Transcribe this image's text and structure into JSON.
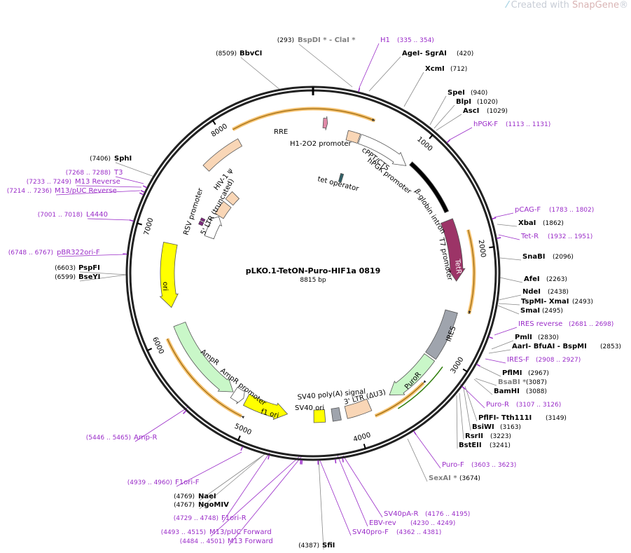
{
  "watermark": {
    "prefix": "Created with ",
    "brand": "SnapGene",
    "suffix": "®"
  },
  "plasmid": {
    "name": "pLKO.1-TetON-Puro-HIF1a 0819",
    "length": "8815 bp"
  },
  "ticks": [
    "1000",
    "2000",
    "3000",
    "4000",
    "5000",
    "6000",
    "7000",
    "8000"
  ],
  "features": {
    "rre": "RRE",
    "h1": "H1-2O2 promoter",
    "tetop": "tet operator",
    "cppt": "cPPT/CTS",
    "hpgk": "hPGK promoter",
    "bglobin": "β-globin intron",
    "t7": "T7 promoter",
    "tetr": "TetR",
    "ires": "IRES",
    "puror": "PuroR",
    "ltr3": "3' LTR (ΔU3)",
    "sv40pa": "SV40 poly(A) signal",
    "sv40ori": "SV40 ori",
    "f1ori": "f1 ori",
    "amprprom": "AmpR promoter",
    "ampr": "AmpR",
    "ori": "ori",
    "rsv": "RSV promoter",
    "ltr5": "5' LTR (truncated)",
    "hivpsi": "HIV-1 ψ"
  },
  "left_labels": [
    {
      "pos": "(293)",
      "name": "BspDI * - ClaI *",
      "kind": "gray"
    },
    {
      "pos": "(8509)",
      "name": "BbvCI",
      "kind": "site"
    },
    {
      "pos": "(7406)",
      "name": "SphI",
      "kind": "site"
    },
    {
      "pos": "(7268 .. 7288)",
      "name": "T3",
      "kind": "primer"
    },
    {
      "pos": "(7233 .. 7249)",
      "name": "M13 Reverse",
      "kind": "primer"
    },
    {
      "pos": "(7214 .. 7236)",
      "name": "M13/pUC Reverse",
      "kind": "primer"
    },
    {
      "pos": "(7001 .. 7018)",
      "name": "L4440",
      "kind": "primer"
    },
    {
      "pos": "(6748 .. 6767)",
      "name": "pBR322ori-F",
      "kind": "primer"
    },
    {
      "pos": "(6603)",
      "name": "PspFI",
      "kind": "site"
    },
    {
      "pos": "(6599)",
      "name": "BseYI",
      "kind": "site"
    },
    {
      "pos": "(5446 .. 5465)",
      "name": "Amp-R",
      "kind": "primer"
    },
    {
      "pos": "(4939 .. 4960)",
      "name": "F1ori-F",
      "kind": "primer"
    },
    {
      "pos": "(4769)",
      "name": "NaeI",
      "kind": "site"
    },
    {
      "pos": "(4767)",
      "name": "NgoMIV",
      "kind": "site"
    },
    {
      "pos": "(4729 .. 4748)",
      "name": "F1ori-R",
      "kind": "primer"
    },
    {
      "pos": "(4493 .. 4515)",
      "name": "M13/pUC Forward",
      "kind": "primer"
    },
    {
      "pos": "(4484 .. 4501)",
      "name": "M13 Forward",
      "kind": "primer"
    },
    {
      "pos": "(4387)",
      "name": "SfiI",
      "kind": "site"
    }
  ],
  "right_labels": [
    {
      "name": "H1",
      "pos": "(335 .. 354)",
      "kind": "primer"
    },
    {
      "name": "AgeI",
      "mid": " - SgrAI",
      "pos": "(420)",
      "kind": "site"
    },
    {
      "name": "XcmI",
      "pos": "(712)",
      "kind": "site"
    },
    {
      "name": "SpeI",
      "pos": "(940)",
      "kind": "site"
    },
    {
      "name": "BlpI",
      "pos": "(1020)",
      "kind": "site"
    },
    {
      "name": "AscI",
      "pos": "(1029)",
      "kind": "site"
    },
    {
      "name": "hPGK-F",
      "pos": "(1113 .. 1131)",
      "kind": "primer"
    },
    {
      "name": "pCAG-F",
      "pos": "(1783 .. 1802)",
      "kind": "primer"
    },
    {
      "name": "XbaI",
      "pos": "(1862)",
      "kind": "site"
    },
    {
      "name": "Tet-R",
      "pos": "(1932 .. 1951)",
      "kind": "primer"
    },
    {
      "name": "SnaBI",
      "pos": "(2096)",
      "kind": "site"
    },
    {
      "name": "AfeI",
      "pos": "(2263)",
      "kind": "site"
    },
    {
      "name": "NdeI",
      "pos": "(2438)",
      "kind": "site"
    },
    {
      "name": "TspMI",
      "mid": " - XmaI",
      "pos": "(2493)",
      "kind": "site"
    },
    {
      "name": "SmaI",
      "pos": "(2495)",
      "kind": "site"
    },
    {
      "name": "IRES reverse",
      "pos": "(2681 .. 2698)",
      "kind": "primer"
    },
    {
      "name": "PmlI",
      "pos": "(2830)",
      "kind": "site"
    },
    {
      "name": "AarI",
      "mid": " - BfuAI - BspMI",
      "pos": "(2853)",
      "kind": "site"
    },
    {
      "name": "IRES-F",
      "pos": "(2908 .. 2927)",
      "kind": "primer"
    },
    {
      "name": "PflMI",
      "pos": "(2967)",
      "kind": "site"
    },
    {
      "name": "BsaBI *",
      "pos": "(3087)",
      "kind": "gray"
    },
    {
      "name": "BamHI",
      "pos": "(3088)",
      "kind": "site"
    },
    {
      "name": "Puro-R",
      "pos": "(3107 .. 3126)",
      "kind": "primer"
    },
    {
      "name": "PflFI",
      "mid": " - Tth111I",
      "pos": "(3149)",
      "kind": "site"
    },
    {
      "name": "BsiWI",
      "pos": "(3163)",
      "kind": "site"
    },
    {
      "name": "RsrII",
      "pos": "(3223)",
      "kind": "site"
    },
    {
      "name": "BstEII",
      "pos": "(3241)",
      "kind": "site"
    },
    {
      "name": "Puro-F",
      "pos": "(3603 .. 3623)",
      "kind": "primer"
    },
    {
      "name": "SexAI *",
      "pos": "(3674)",
      "kind": "gray"
    },
    {
      "name": "SV40pA-R",
      "pos": "(4176 .. 4195)",
      "kind": "primer"
    },
    {
      "name": "EBV-rev",
      "pos": "(4230 .. 4249)",
      "kind": "primer"
    },
    {
      "name": "SV40pro-F",
      "pos": "(4362 .. 4381)",
      "kind": "primer"
    }
  ]
}
